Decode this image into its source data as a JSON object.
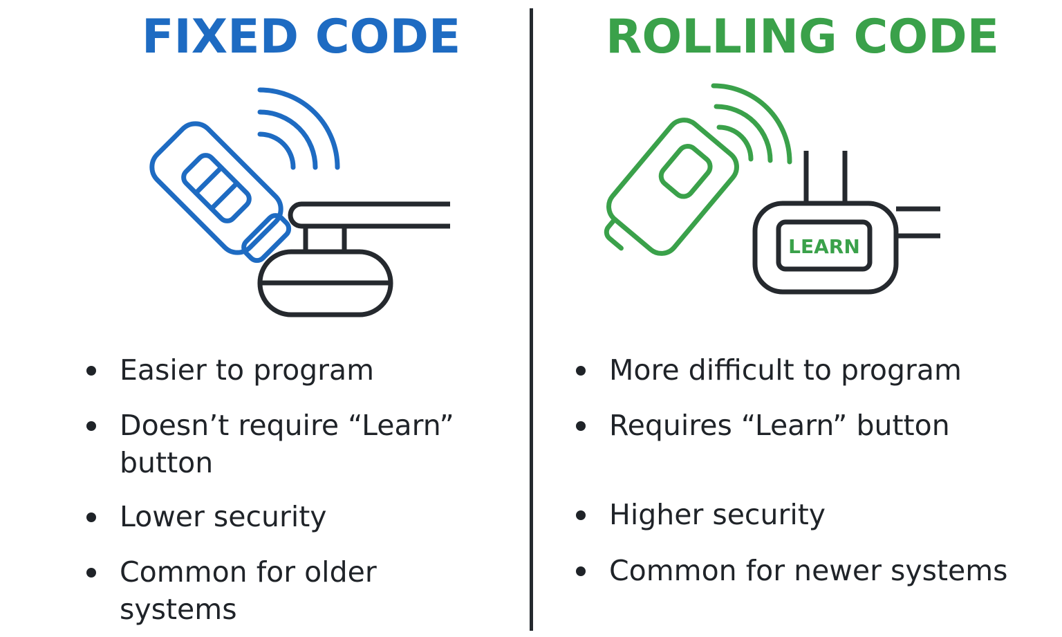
{
  "fixed": {
    "title": "FIXED CODE",
    "color": "#1e6bc2",
    "icons": [
      "remote-icon",
      "signal-waves-icon",
      "garage-opener-icon"
    ],
    "bullets": [
      {
        "line1": "Easier to program",
        "line2": ""
      },
      {
        "line1": "Doesn’t require “Learn”",
        "line2": "button"
      },
      {
        "line1": "Lower security",
        "line2": ""
      },
      {
        "line1": "Common for older",
        "line2": "systems"
      }
    ]
  },
  "rolling": {
    "title": "ROLLING CODE",
    "color": "#3aa14a",
    "icons": [
      "remote-icon",
      "signal-waves-icon",
      "receiver-learn-button-icon"
    ],
    "learn_label": "LEARN",
    "bullets": [
      {
        "line1": "More difficult to program",
        "line2": ""
      },
      {
        "line1": "Requires “Learn” button",
        "line2": ""
      },
      {
        "line1": "Higher security",
        "line2": ""
      },
      {
        "line1": "Common for newer systems",
        "line2": ""
      }
    ]
  }
}
